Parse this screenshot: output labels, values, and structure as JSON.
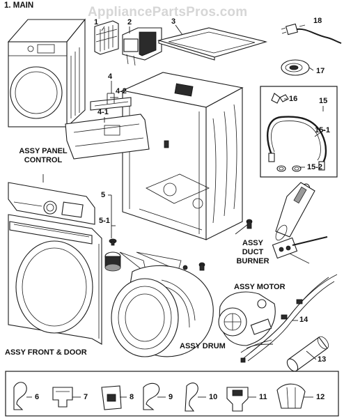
{
  "watermark": "AppliancePartsPros.com",
  "title": "1. MAIN",
  "assemblies": {
    "panel_control_line1": "ASSY PANEL",
    "panel_control_line2": "CONTROL",
    "duct_burner_line1": "ASSY",
    "duct_burner_line2": "DUCT",
    "duct_burner_line3": "BURNER",
    "motor": "ASSY MOTOR",
    "drum": "ASSY DRUM",
    "front_door": "ASSY FRONT & DOOR"
  },
  "callouts": {
    "c1": "1",
    "c2": "2",
    "c3": "3",
    "c4": "4",
    "c4_1": "4-1",
    "c4_2": "4-2",
    "c5": "5",
    "c5_1": "5-1",
    "c13": "13",
    "c14": "14",
    "c15": "15",
    "c15_1": "15-1",
    "c15_2": "15-2",
    "c16": "16",
    "c17": "17",
    "c18": "18"
  },
  "hardware": {
    "h6": "6",
    "h7": "7",
    "h8": "8",
    "h9": "9",
    "h10": "10",
    "h11": "11",
    "h12": "12"
  }
}
